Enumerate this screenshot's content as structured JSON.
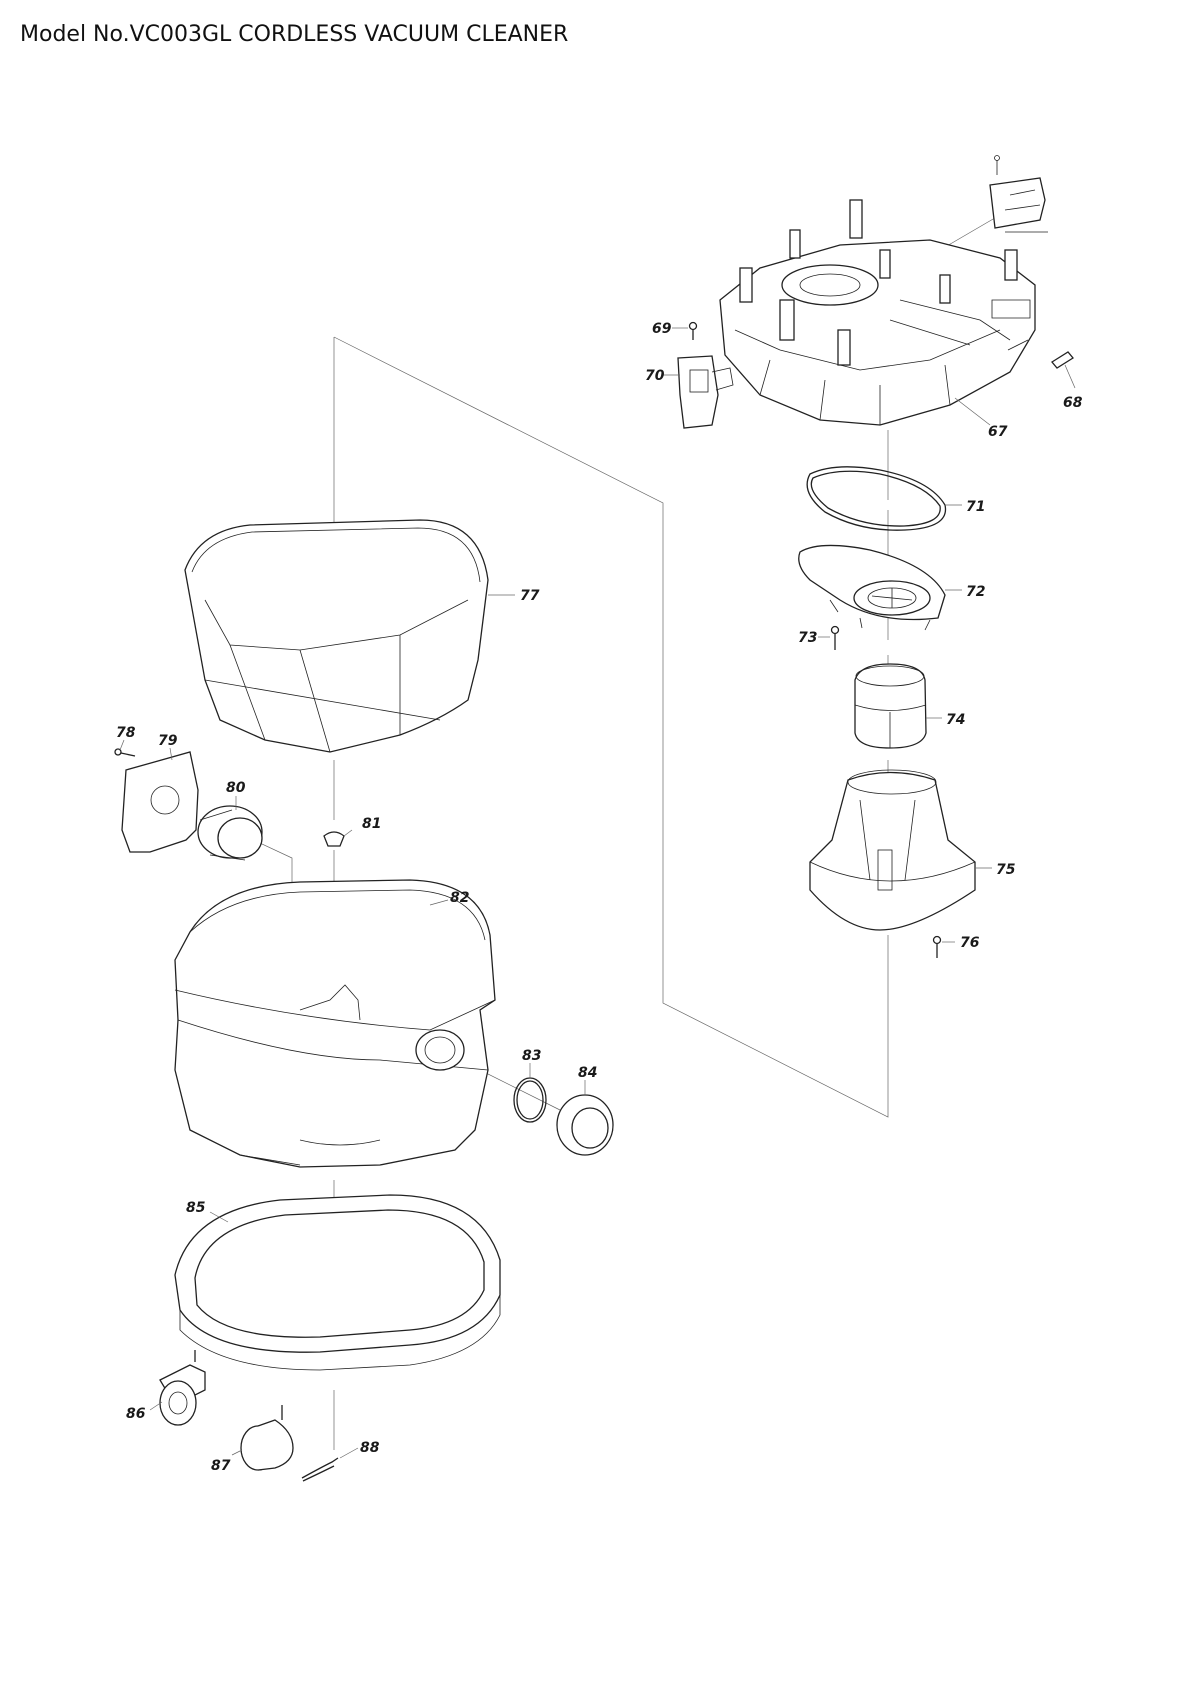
{
  "title": "Model No.VC003GL CORDLESS VACUUM CLEANER",
  "parts": [
    "67",
    "68",
    "69",
    "70",
    "71",
    "72",
    "73",
    "74",
    "75",
    "76",
    "77",
    "78",
    "79",
    "80",
    "81",
    "82",
    "83",
    "84",
    "85",
    "86",
    "87",
    "88"
  ]
}
